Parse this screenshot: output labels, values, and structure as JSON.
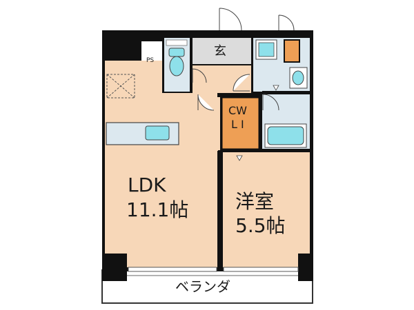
{
  "rooms": {
    "ldk": {
      "name": "LDK",
      "size": "11.1帖"
    },
    "western": {
      "name": "洋室",
      "size": "5.5帖"
    },
    "closet": {
      "line1": "CW",
      "line2": "L I"
    },
    "entrance": {
      "name": "玄"
    },
    "ps": {
      "name": "PS"
    },
    "balcony": {
      "name": "ベランダ"
    }
  },
  "colors": {
    "wall": "#111111",
    "room_floor": "#f7d7b8",
    "wet_area": "#dce8ef",
    "closet": "#ee9f55",
    "entrance_floor": "#dcdcdc",
    "fixture": "#8ee0ea",
    "balcony": "#ffffff"
  },
  "icons": [
    "toilet-icon",
    "sink-icon",
    "washing-machine-icon",
    "bathtub-icon",
    "kitchen-counter-icon",
    "storage-cross-icon",
    "door-swing-icon",
    "refrigerator-space-icon"
  ]
}
